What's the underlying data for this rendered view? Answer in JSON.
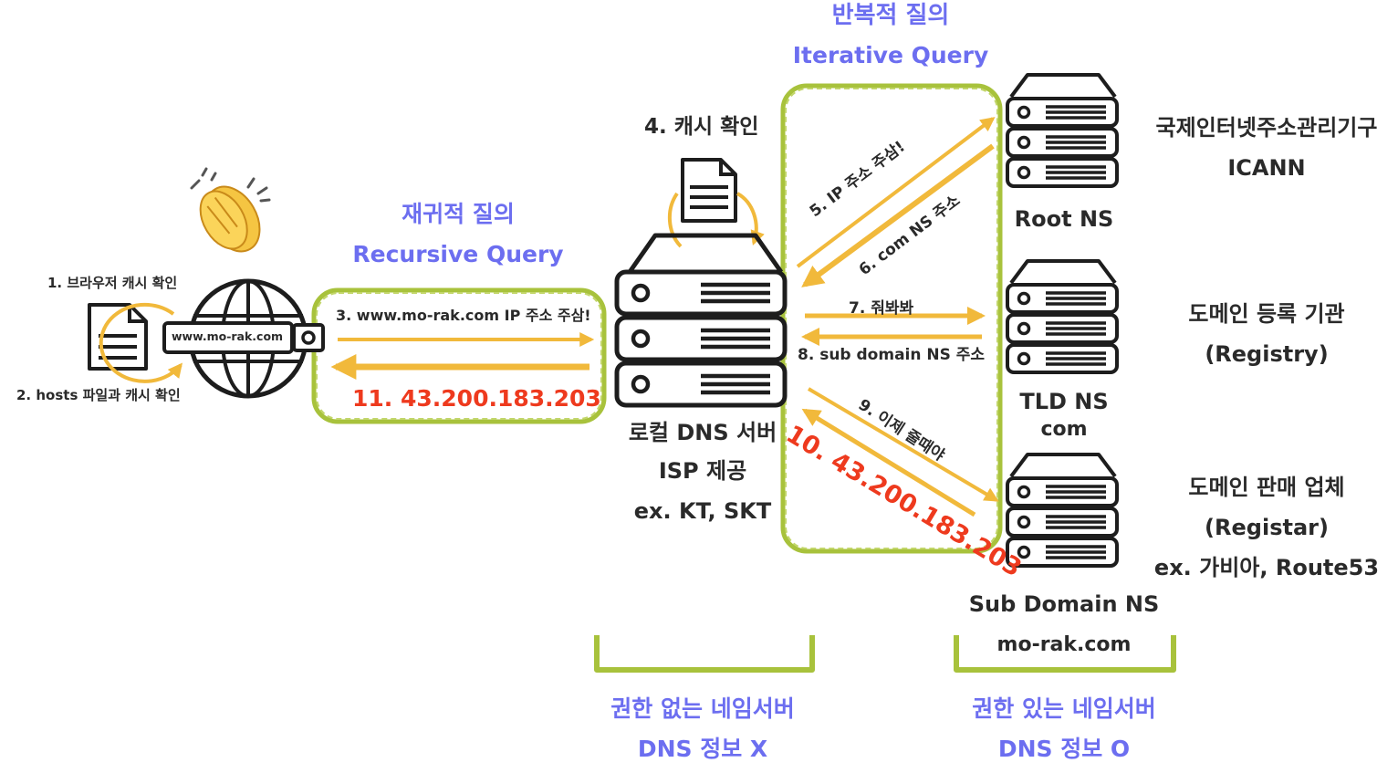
{
  "colors": {
    "accent_blue": "#6c6ef0",
    "green_box": "#a8c23c",
    "arrow_yellow": "#f1b93b",
    "red_ip": "#ee3a1e",
    "dark": "#1d1d1d"
  },
  "icons": [
    "clapping-hands-icon",
    "globe-icon",
    "document-icon",
    "server-icon"
  ],
  "iterative": {
    "label_ko": "반복적 질의",
    "label_en": "Iterative Query"
  },
  "recursive": {
    "label_ko": "재귀적 질의",
    "label_en": "Recursive Query"
  },
  "client": {
    "step1": "1. 브라우저 캐시 확인",
    "step2": "2. hosts 파일과 캐시 확인",
    "url": "www.mo-rak.com"
  },
  "recursive_flow": {
    "step3": "3. www.mo-rak.com IP 주소 주삼!",
    "step11": "11. 43.200.183.203"
  },
  "local_dns": {
    "step4": "4. 캐시 확인",
    "name": "로컬 DNS 서버",
    "provider": "ISP 제공",
    "example": "ex. KT, SKT"
  },
  "iterative_flow": {
    "step5": "5. IP 주소 주삼!",
    "step6": "6. com NS 주소",
    "step7": "7. 줘봐봐",
    "step8": "8. sub domain NS 주소",
    "step9": "9. 이제 줄때야",
    "step10": "10. 43.200.183.203"
  },
  "root": {
    "name": "Root NS",
    "org": "국제인터넷주소관리기구",
    "org_en": "ICANN"
  },
  "tld": {
    "name": "TLD NS",
    "sub": "com",
    "org": "도메인 등록 기관",
    "org_en": "(Registry)"
  },
  "subdomain": {
    "name": "Sub Domain NS",
    "sub": "mo-rak.com",
    "org": "도메인 판매 업체",
    "org_en": "(Registar)",
    "example": "ex. 가비아, Route53"
  },
  "footer_left": {
    "line1": "권한 없는 네임서버",
    "line2": "DNS 정보 X"
  },
  "footer_right": {
    "line1": "권한 있는 네임서버",
    "line2": "DNS 정보 O"
  }
}
